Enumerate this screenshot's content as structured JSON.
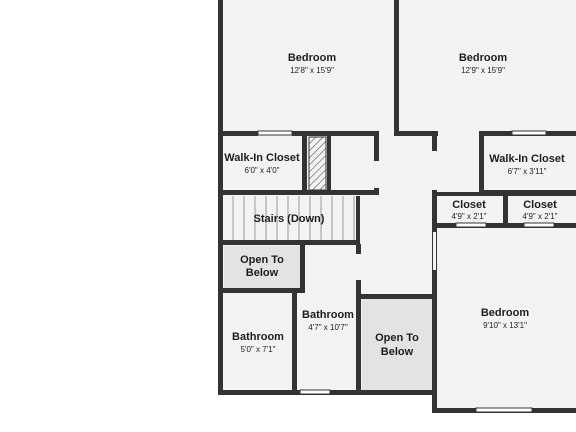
{
  "floorplan": {
    "rooms": {
      "bedroom_top_left": {
        "name": "Bedroom",
        "dims": "12'8\" x 15'9\""
      },
      "bedroom_top_right": {
        "name": "Bedroom",
        "dims": "12'9\" x 15'9\""
      },
      "walk_in_closet_left": {
        "name": "Walk-In Closet",
        "dims": "6'0\" x 4'0\""
      },
      "walk_in_closet_right": {
        "name": "Walk-In Closet",
        "dims": "6'7\" x 3'11\""
      },
      "stairs": {
        "name": "Stairs (Down)"
      },
      "closet_left": {
        "name": "Closet",
        "dims": "4'9\" x 2'1\""
      },
      "closet_right": {
        "name": "Closet",
        "dims": "4'9\" x 2'1\""
      },
      "open_to_below_left": {
        "name_line1": "Open To",
        "name_line2": "Below"
      },
      "bathroom_middle": {
        "name": "Bathroom",
        "dims": "4'7\" x 10'7\""
      },
      "bathroom_left": {
        "name": "Bathroom",
        "dims": "5'0\" x 7'1\""
      },
      "open_to_below_center": {
        "name_line1": "Open To",
        "name_line2": "Below"
      },
      "bedroom_bottom_right": {
        "name": "Bedroom",
        "dims": "9'10\" x 13'1\""
      }
    }
  },
  "colors": {
    "wall": "#333333",
    "floor": "#f3f3f3",
    "open_to_below": "#e3e3e3"
  }
}
